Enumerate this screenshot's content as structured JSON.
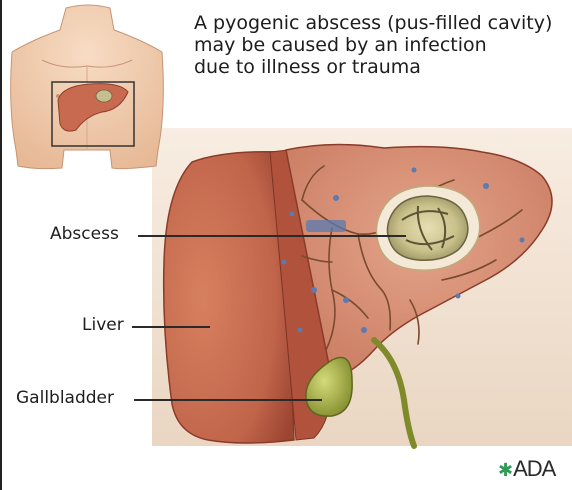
{
  "caption": {
    "line1": "A pyogenic abscess (pus-filled cavity)",
    "line2": "may be caused by an infection",
    "line3": "due to illness or trauma"
  },
  "labels": {
    "abscess": "Abscess",
    "liver": "Liver",
    "gallbladder": "Gallbladder"
  },
  "brand": "ADA",
  "colors": {
    "skin": "#f1cfb2",
    "liver": "#c86a4f",
    "liver_dark": "#9e4632",
    "liver_cut": "#d98f74",
    "abscess": "#c7bf8f",
    "gallbladder": "#9fa63a",
    "vessel": "#5a7a9e",
    "background": "#f4e6d6"
  }
}
